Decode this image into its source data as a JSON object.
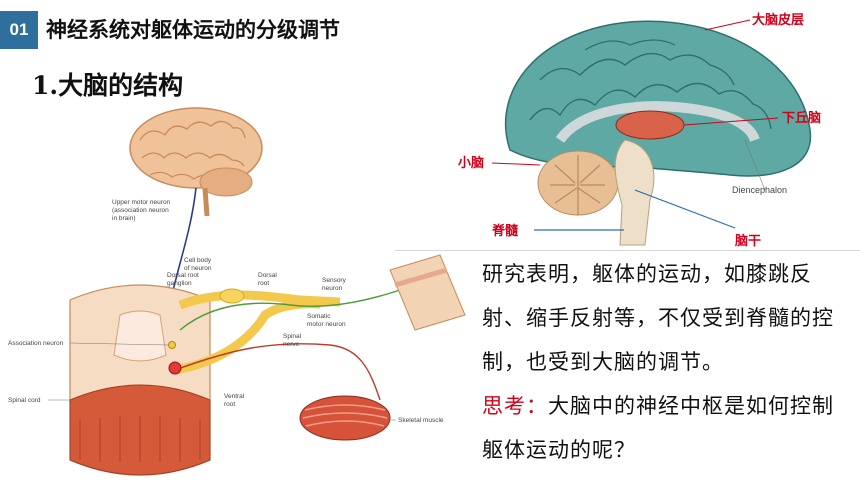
{
  "header": {
    "badge": "01",
    "title": "神经系统对躯体运动的分级调节"
  },
  "section": {
    "title": "1.大脑的结构"
  },
  "brain_labels": {
    "cortex": "大脑皮层",
    "hypothalamus": "下丘脑",
    "cerebellum": "小脑",
    "diencephalon": "Diencephalon",
    "spinal_cord": "脊髓",
    "brainstem": "脑干"
  },
  "reflex_labels": {
    "upper_motor_neuron_1": "Upper motor neuron",
    "upper_motor_neuron_2": "(association neuron",
    "upper_motor_neuron_3": "in brain)",
    "cell_body_1": "Cell body",
    "cell_body_2": "of neuron",
    "dorsal_root_ganglion_1": "Dorsal root",
    "dorsal_root_ganglion_2": "ganglion",
    "dorsal_root_1": "Dorsal",
    "dorsal_root_2": "root",
    "sensory_neuron_1": "Sensory",
    "sensory_neuron_2": "neuron",
    "somatic_motor_1": "Somatic",
    "somatic_motor_2": "motor neuron",
    "spinal_nerve_1": "Spinal",
    "spinal_nerve_2": "nerve",
    "association_neuron": "Association neuron",
    "spinal_cord": "Spinal cord",
    "ventral_root_1": "Ventral",
    "ventral_root_2": "root",
    "skeletal_muscle": "Skeletal muscle"
  },
  "text": {
    "paragraph": "研究表明，躯体的运动，如膝跳反射、缩手反射等，不仅受到脊髓的控制，也受到大脑的调节。",
    "think_label": "思考：",
    "think_question": "大脑中的神经中枢是如何控制躯体运动的呢？"
  },
  "colors": {
    "badge": "#2e6f9e",
    "accent_red": "#d0021b",
    "cortex_teal": "#5fa9a4",
    "nerve_yellow": "#f2c94c"
  }
}
